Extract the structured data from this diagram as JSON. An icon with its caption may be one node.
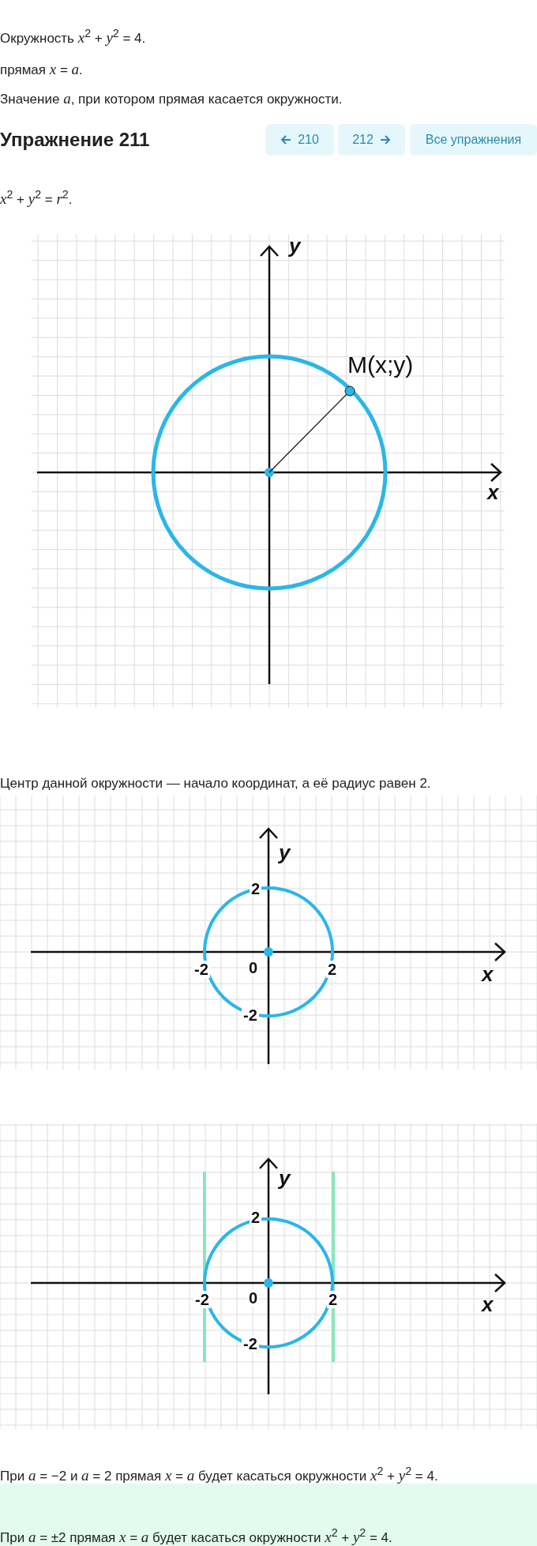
{
  "diagram": {
    "title": "Упражнение 211",
    "labels": [
      "Окружность *x*$^{2}$ + *y*$^{2}$ = 4.",
      "прямая *x* = *a*.",
      "Значение *a*, при котором прямая касается окружности.",
      "210",
      "212",
      "Все упражнения",
      "*x*$^{2}$ + *y*$^{2}$ = *r*$^{2}$.",
      "y",
      "M(x;y)",
      "x",
      "Центр данной окружности — начало координат, а её радиус равен 2.",
      "y",
      "2",
      "-2",
      "0",
      "2",
      "x",
      "-2",
      "y",
      "2",
      "-2",
      "0",
      "2",
      "x",
      "-2",
      "При *a* = −2 и *a* = 2 прямая *x* = *a* будет касаться окружности *x*$^{2}$ + *y*$^{2}$ = 4.",
      "При *a* = ±2 прямая *x* = *a* будет касаться окружности *x*$^{2}$ + *y*$^{2}$ = 4."
    ]
  }
}
